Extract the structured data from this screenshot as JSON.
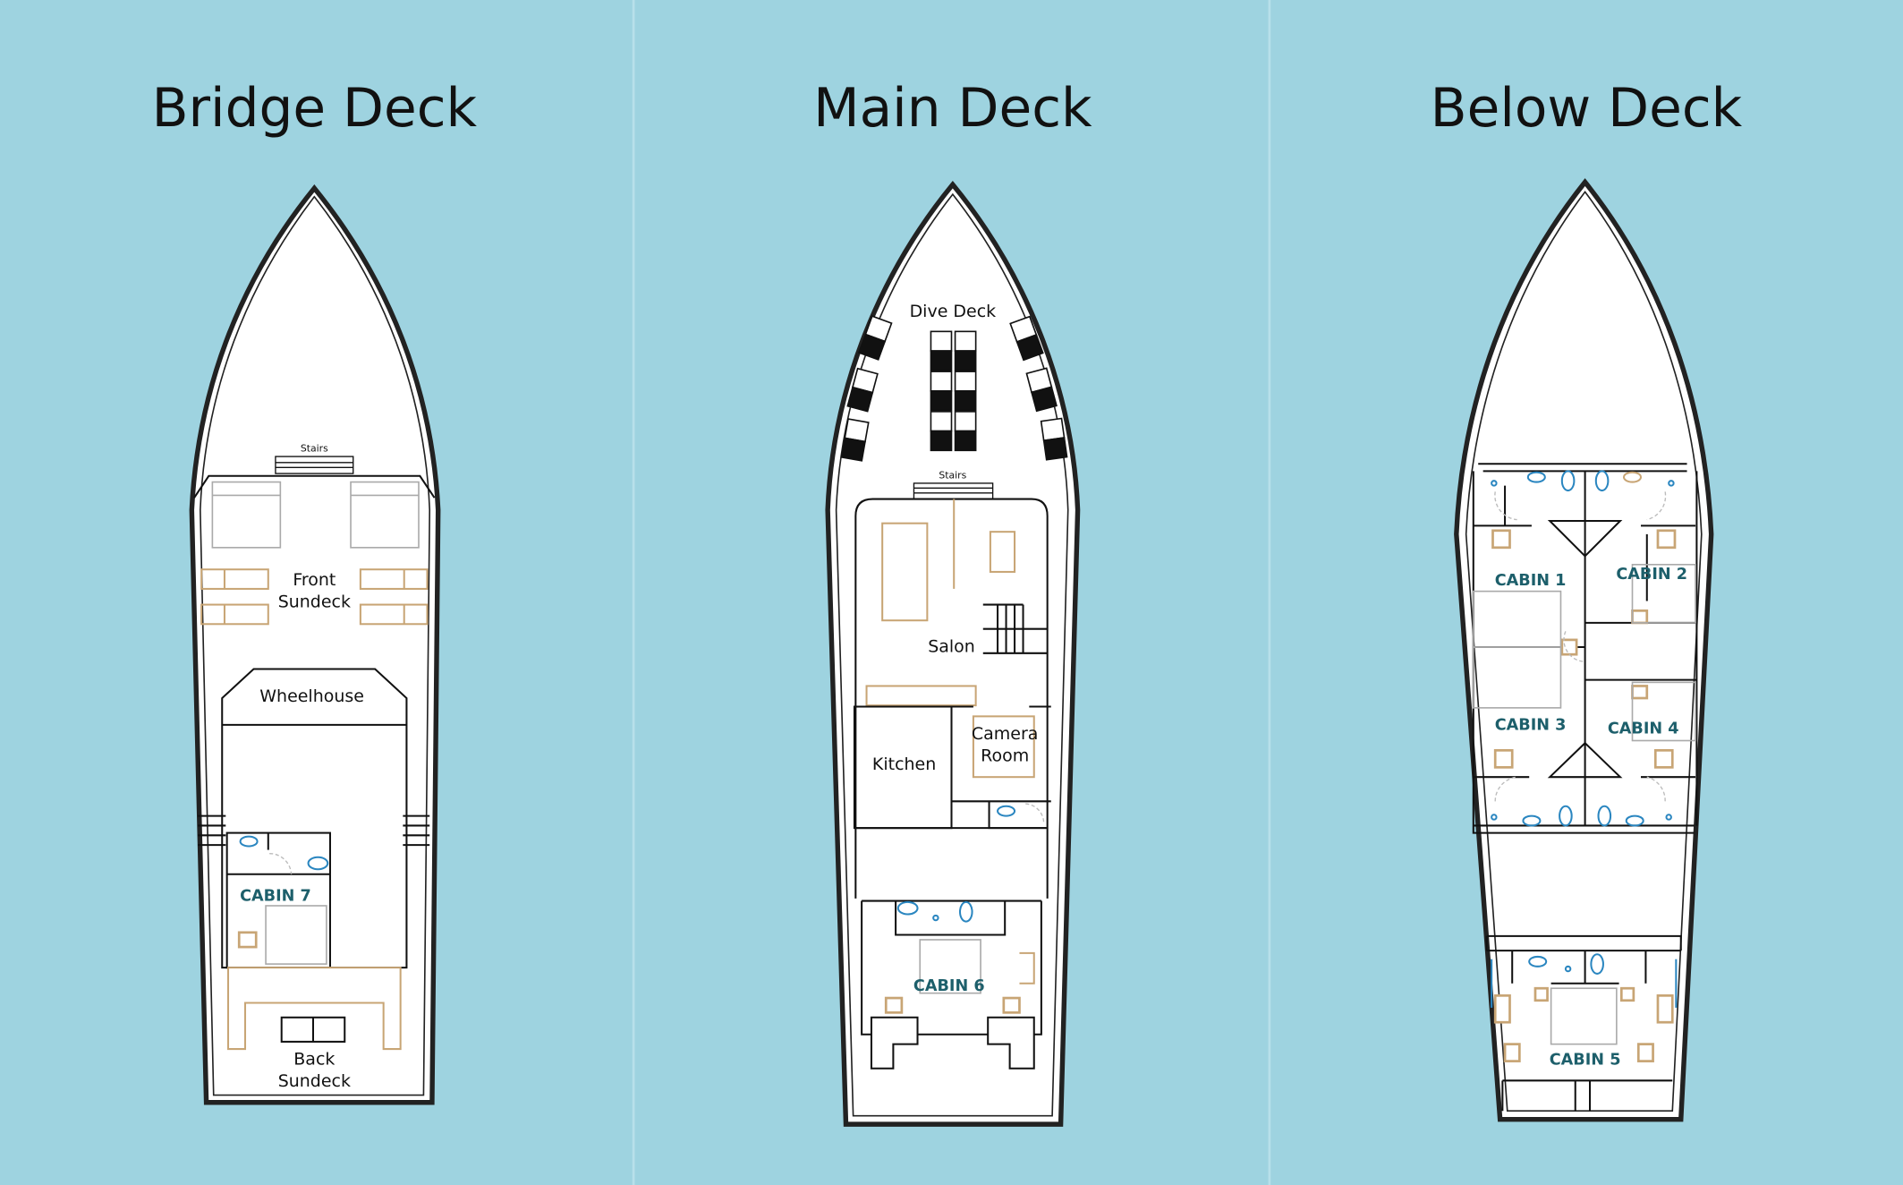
{
  "panels": [
    {
      "title": "Bridge Deck",
      "labels": {
        "stairs": "Stairs",
        "front_sundeck_1": "Front",
        "front_sundeck_2": "Sundeck",
        "wheelhouse": "Wheelhouse",
        "cabin": "CABIN 7",
        "back_sundeck_1": "Back",
        "back_sundeck_2": "Sundeck"
      }
    },
    {
      "title": "Main Deck",
      "labels": {
        "dive_deck": "Dive Deck",
        "stairs": "Stairs",
        "salon": "Salon",
        "kitchen": "Kitchen",
        "camera_1": "Camera",
        "camera_2": "Room",
        "cabin": "CABIN 6"
      }
    },
    {
      "title": "Below Deck",
      "labels": {
        "cabin1": "CABIN 1",
        "cabin2": "CABIN 2",
        "cabin3": "CABIN 3",
        "cabin4": "CABIN 4",
        "cabin5": "CABIN 5"
      }
    }
  ],
  "colors": {
    "water": "#9ed3e0",
    "cabin_text": "#1d5f6b",
    "furniture": "#c8a575",
    "plumbing": "#2a86c0"
  }
}
